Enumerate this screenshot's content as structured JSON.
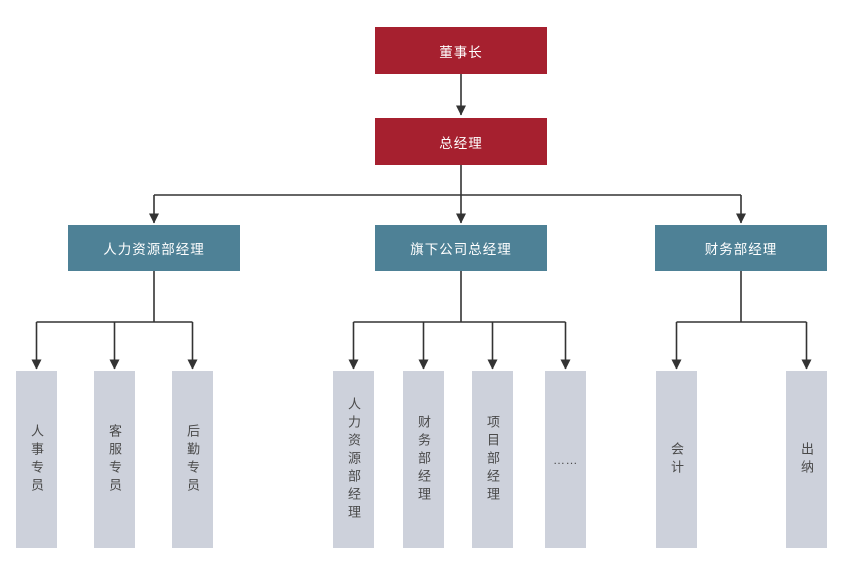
{
  "diagram": {
    "type": "org-chart",
    "root": {
      "label": "董事长"
    },
    "level2": {
      "label": "总经理"
    },
    "branches": [
      {
        "manager": {
          "label": "人力资源部经理"
        },
        "children": [
          {
            "label": "人事专员"
          },
          {
            "label": "客服专员"
          },
          {
            "label": "后勤专员"
          }
        ]
      },
      {
        "manager": {
          "label": "旗下公司总经理"
        },
        "children": [
          {
            "label": "人力资源部经理"
          },
          {
            "label": "财务部经理"
          },
          {
            "label": "项目部经理"
          },
          {
            "label": "……"
          }
        ]
      },
      {
        "manager": {
          "label": "财务部经理"
        },
        "children": [
          {
            "label": "会计"
          },
          {
            "label": "出纳"
          }
        ]
      }
    ],
    "colors": {
      "executive_box": "#A6202F",
      "manager_box": "#4E8196",
      "staff_box": "#CDD1DB",
      "connector": "#333333",
      "box_text": "#FFFFFF",
      "staff_text": "#4A4A4A"
    }
  }
}
